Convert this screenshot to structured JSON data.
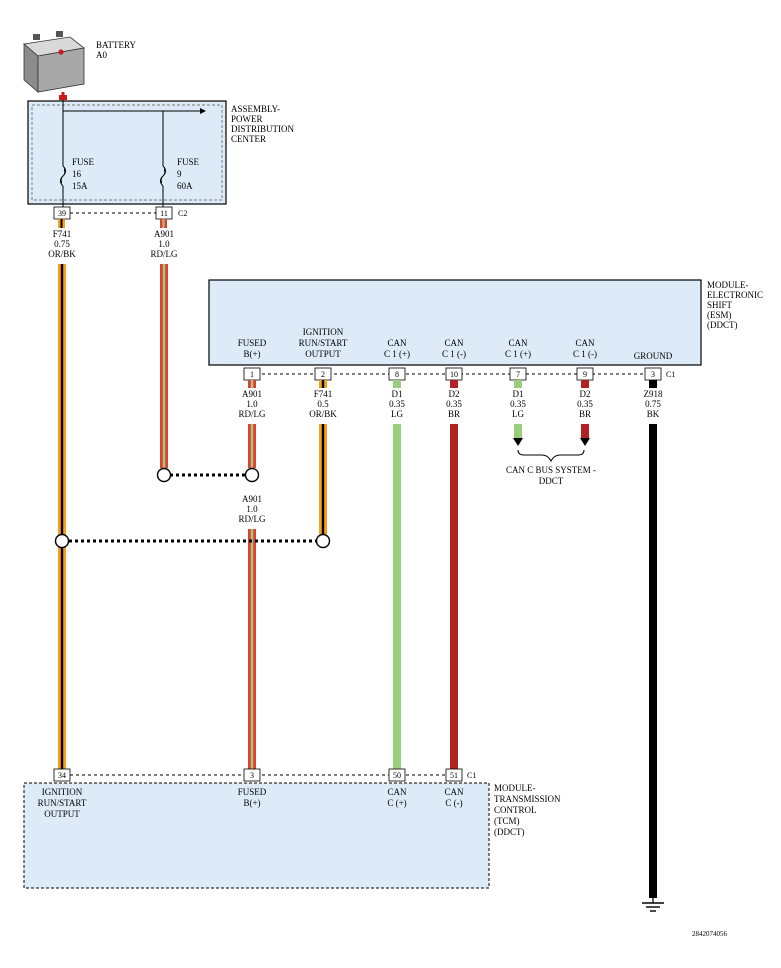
{
  "battery": {
    "name": "BATTERY",
    "id": "A0"
  },
  "pdc": {
    "name": [
      "ASSEMBLY-",
      "POWER",
      "DISTRIBUTION",
      "CENTER"
    ],
    "fuse16": {
      "label": "FUSE",
      "num": "16",
      "rating": "15A"
    },
    "fuse9": {
      "label": "FUSE",
      "num": "9",
      "rating": "60A"
    },
    "connector": "C2",
    "pins": [
      "39",
      "11"
    ]
  },
  "wires": {
    "f741_main": {
      "circuit": "F741",
      "gauge": "0.75",
      "color": "OR/BK"
    },
    "a901_main": {
      "circuit": "A901",
      "gauge": "1.0",
      "color": "RD/LG"
    },
    "a901_esm": {
      "circuit": "A901",
      "gauge": "1.0",
      "color": "RD/LG"
    },
    "f741_esm": {
      "circuit": "F741",
      "gauge": "0.5",
      "color": "OR/BK"
    },
    "d1_can1": {
      "circuit": "D1",
      "gauge": "0.35",
      "color": "LG"
    },
    "d2_can1": {
      "circuit": "D2",
      "gauge": "0.35",
      "color": "BR"
    },
    "d1_canc": {
      "circuit": "D1",
      "gauge": "0.35",
      "color": "LG"
    },
    "d2_canc": {
      "circuit": "D2",
      "gauge": "0.35",
      "color": "BR"
    },
    "z918": {
      "circuit": "Z918",
      "gauge": "0.75",
      "color": "BK"
    },
    "a901_tcm": {
      "circuit": "A901",
      "gauge": "1.0",
      "color": "RD/LG"
    }
  },
  "esm": {
    "name": [
      "MODULE-",
      "ELECTRONIC",
      "SHIFT",
      "(ESM)",
      "(DDCT)"
    ],
    "connector": "C1",
    "pins": [
      {
        "num": "1",
        "label": [
          "FUSED",
          "B(+)"
        ]
      },
      {
        "num": "2",
        "label": [
          "IGNITION",
          "RUN/START",
          "OUTPUT"
        ]
      },
      {
        "num": "8",
        "label": [
          "CAN",
          "C 1 (+)"
        ]
      },
      {
        "num": "10",
        "label": [
          "CAN",
          "C 1 (-)"
        ]
      },
      {
        "num": "7",
        "label": [
          "CAN",
          "C 1 (+)"
        ]
      },
      {
        "num": "9",
        "label": [
          "CAN",
          "C 1 (-)"
        ]
      },
      {
        "num": "3",
        "label": [
          "GROUND"
        ]
      }
    ]
  },
  "canc_bus": [
    "CAN C BUS SYSTEM -",
    "DDCT"
  ],
  "tcm": {
    "name": [
      "MODULE-",
      "TRANSMISSION",
      "CONTROL",
      "(TCM)",
      "(DDCT)"
    ],
    "connector": "C1",
    "pins": [
      {
        "num": "34",
        "label": [
          "IGNITION",
          "RUN/START",
          "OUTPUT"
        ]
      },
      {
        "num": "3",
        "label": [
          "FUSED",
          "B(+)"
        ]
      },
      {
        "num": "50",
        "label": [
          "CAN",
          "C (+)"
        ]
      },
      {
        "num": "51",
        "label": [
          "CAN",
          "C (-)"
        ]
      }
    ]
  },
  "doc_number": "2842074056",
  "colors": {
    "orange": "#F7A11A",
    "black": "#000000",
    "red": "#E0412E",
    "light_green": "#9ACD7E",
    "brown": "#B22222",
    "module_fill": "#DCEBF7"
  }
}
